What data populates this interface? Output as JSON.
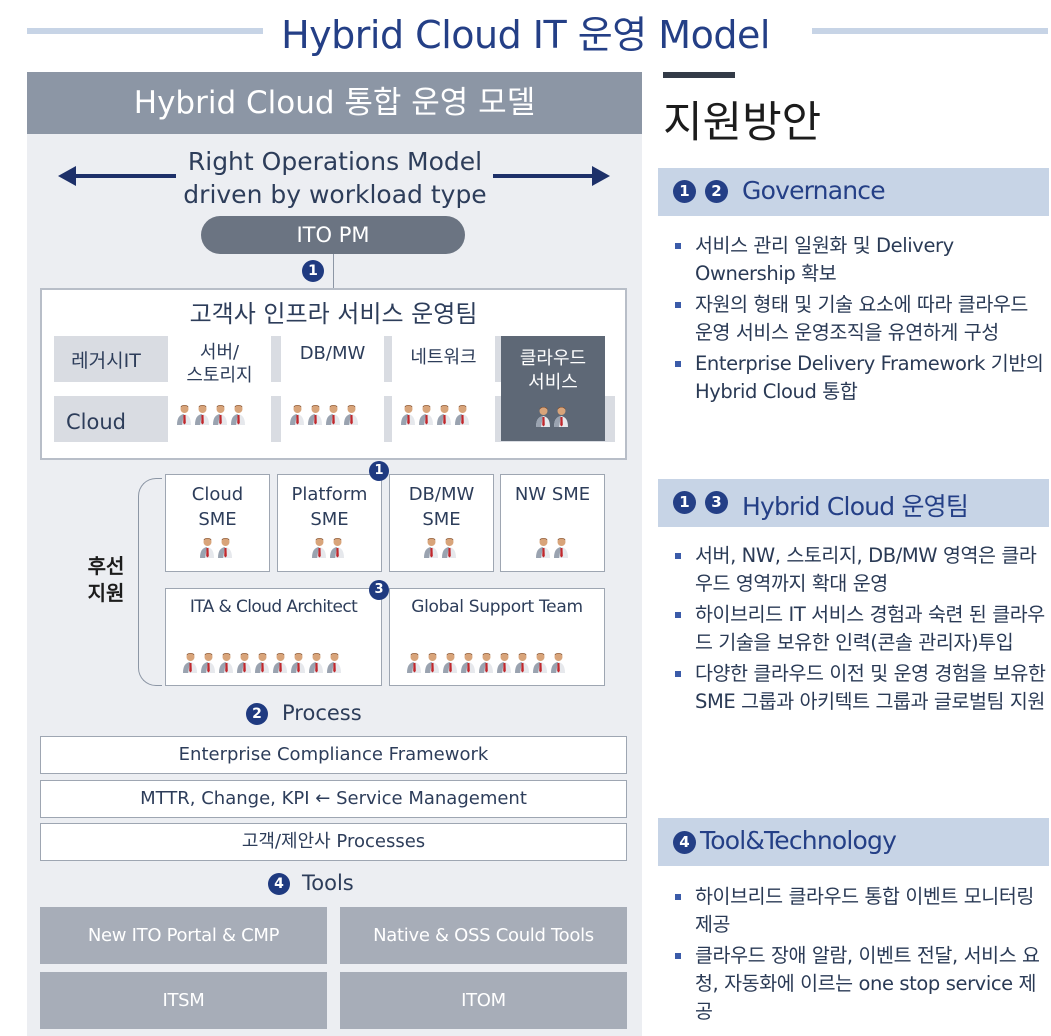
{
  "title": "Hybrid Cloud IT 운영 Model",
  "left": {
    "header": "Hybrid Cloud 통합 운영 모델",
    "rom_line1": "Right Operations Model",
    "rom_line2": "driven by workload type",
    "ito_pm": "ITO PM",
    "ops_title": "고객사 인프라 서비스 운영팀",
    "legacy_label": "레거시IT",
    "cloud_label": "Cloud",
    "team_server_line1": "서버/",
    "team_server_line2": "스토리지",
    "team_dbmw": "DB/MW",
    "team_network": "네트워크",
    "team_cloud_line1": "클라우드",
    "team_cloud_line2": "서비스",
    "support_line1": "후선",
    "support_line2": "지원",
    "sme": [
      {
        "line1": "Cloud",
        "line2": "SME"
      },
      {
        "line1": "Platform",
        "line2": "SME"
      },
      {
        "line1": "DB/MW",
        "line2": "SME"
      },
      {
        "line1": "NW SME",
        "line2": ""
      }
    ],
    "ita_team": "ITA & Cloud Architect",
    "global_team": "Global Support Team",
    "process_label": "Process",
    "processes": [
      "Enterprise Compliance Framework",
      "MTTR, Change, KPI ← Service Management",
      "고객/제안사 Processes"
    ],
    "tools_label": "Tools",
    "tools": [
      "New ITO Portal & CMP",
      "Native & OSS Could Tools",
      "ITSM",
      "ITOM"
    ],
    "badges": {
      "b1": "1",
      "b2": "2",
      "b3": "3",
      "b4": "4"
    }
  },
  "right": {
    "title": "지원방안",
    "sections": [
      {
        "badges": [
          "1",
          "2"
        ],
        "title": "Governance",
        "bullets": [
          "서비스 관리 일원화 및 Delivery Ownership 확보",
          "자원의 형태 및 기술 요소에 따라 클라우드 운영 서비스 운영조직을 유연하게 구성",
          "Enterprise Delivery Framework 기반의 Hybrid Cloud 통합"
        ]
      },
      {
        "badges": [
          "1",
          "3"
        ],
        "title": "Hybrid Cloud 운영팀",
        "bullets": [
          "서버, NW, 스토리지, DB/MW 영역은 클라우드 영역까지 확대 운영",
          "하이브리드 IT 서비스 경험과 숙련 된 클라우드 기술을 보유한 인력(콘솔 관리자)투입",
          "다양한 클라우드 이전 및 운영 경험을 보유한 SME 그룹과 아키텍트 그룹과 글로벌팀 지원"
        ]
      },
      {
        "badges": [
          "4"
        ],
        "title": "Tool&Technology",
        "bullets": [
          "하이브리드 클라우드 통합 이벤트 모니터링 제공",
          "클라우드 장애 알람, 이벤트 전달, 서비스 요청, 자동화에 이르는 one stop service 제공"
        ]
      }
    ]
  },
  "colors": {
    "navy": "#243f86",
    "header_gray": "#8c96a5",
    "panel_bg": "#eceef2",
    "section_bg": "#c7d4e6",
    "tool_gray": "#a7adb8"
  }
}
